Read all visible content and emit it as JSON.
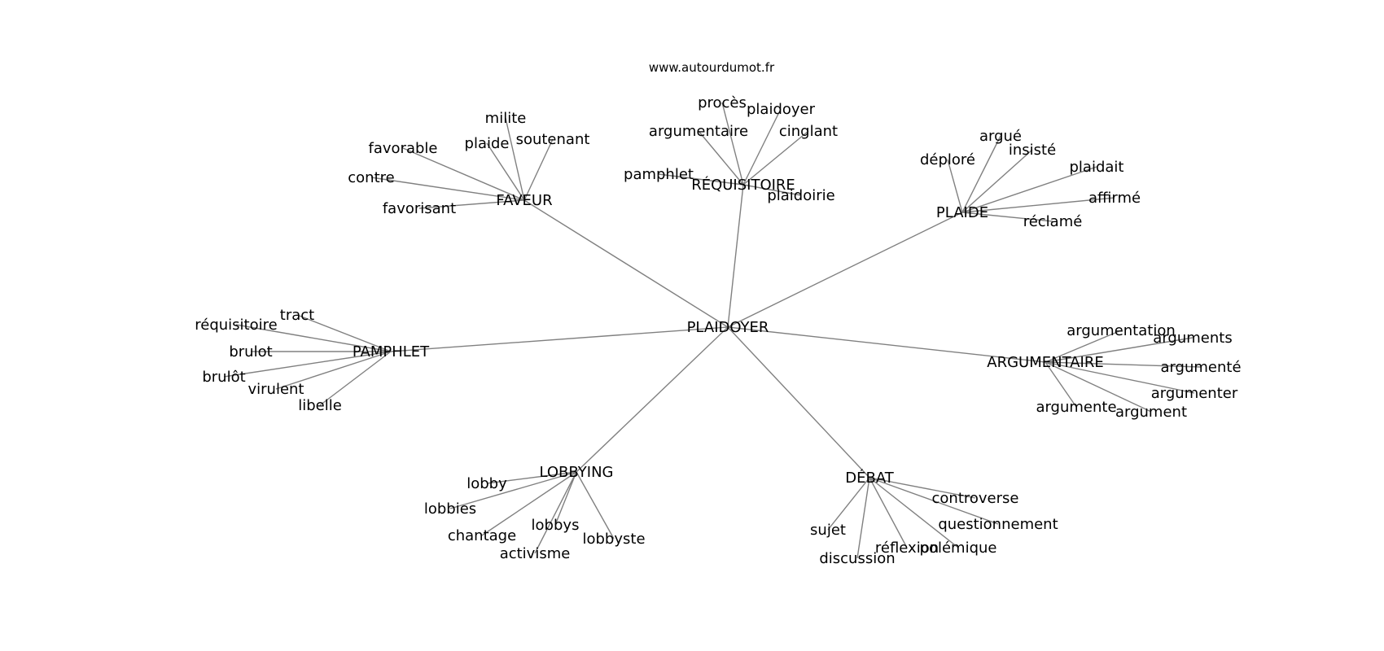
{
  "source": "www.autourdumot.fr",
  "center": "PLAIDOYER",
  "groups": [
    {
      "label": "FAVEUR",
      "words": [
        "milite",
        "plaide",
        "soutenant",
        "favorable",
        "contre",
        "favorisant"
      ]
    },
    {
      "label": "RÉQUISITOIRE",
      "words": [
        "procès",
        "plaidoyer",
        "argumentaire",
        "cinglant",
        "pamphlet",
        "plaidoirie"
      ]
    },
    {
      "label": "PLAIDE",
      "words": [
        "argué",
        "insisté",
        "déploré",
        "plaidait",
        "affirmé",
        "réclamé"
      ]
    },
    {
      "label": "PAMPHLET",
      "words": [
        "tract",
        "réquisitoire",
        "brulot",
        "brulôt",
        "virulent",
        "libelle"
      ]
    },
    {
      "label": "ARGUMENTAIRE",
      "words": [
        "argumentation",
        "arguments",
        "argumenté",
        "argumenter",
        "argumente",
        "argument"
      ]
    },
    {
      "label": "LOBBYING",
      "words": [
        "lobby",
        "lobbies",
        "chantage",
        "lobbys",
        "activisme",
        "lobbyste"
      ]
    },
    {
      "label": "DÉBAT",
      "words": [
        "controverse",
        "questionnement",
        "sujet",
        "réflexion",
        "polémique",
        "discussion"
      ]
    }
  ]
}
